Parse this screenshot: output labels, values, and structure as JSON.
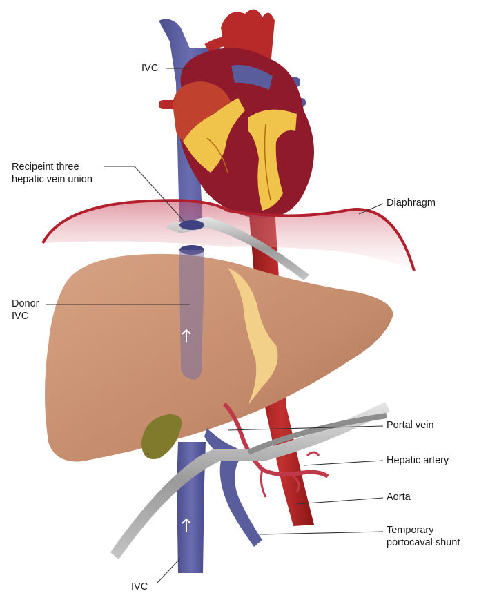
{
  "labels": {
    "ivc_top": "IVC",
    "recipient_line1": "Recipeint three",
    "recipient_line2": "hepatic vein union",
    "diaphragm": "Diaphragm",
    "donor_line1": "Donor",
    "donor_line2": "IVC",
    "portal_vein": "Portal vein",
    "hepatic_artery": "Hepatic artery",
    "aorta": "Aorta",
    "shunt_line1": "Temporary",
    "shunt_line2": "portocaval shunt",
    "ivc_bottom": "IVC"
  },
  "colors": {
    "vein": "#5a5d9c",
    "vein_dark": "#3f4280",
    "artery": "#b32525",
    "heart": "#8e1a2b",
    "fat": "#f0c44a",
    "liver": "#c99072",
    "gallbladder": "#7f7a2c",
    "diaphragm": "#b2202e",
    "clamp": "#a9a9a9"
  }
}
